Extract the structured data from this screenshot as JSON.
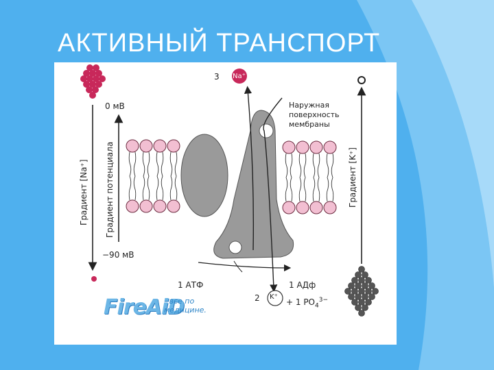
{
  "slide": {
    "title": "АКТИВНЫЙ ТРАНСПОРТ"
  },
  "diagram": {
    "na_top_label": "3",
    "na_ion": "Na⁺",
    "k_bottom_count": "2",
    "k_ion": "K⁺",
    "potential_top": "0 мВ",
    "potential_bottom": "−90 мВ",
    "outer_surface_note": "Наружная поверхность мембраны",
    "na_gradient_axis": "Градиент [Na⁺]",
    "potential_gradient_axis": "Градиент потенциала",
    "k_gradient_axis": "Градиент [K⁺]",
    "atp_label": "1 АТФ",
    "adp_label": "1 АДф",
    "phosphate_label": "+ 1 PO",
    "phosphate_sub": "4",
    "phosphate_sup": "3−"
  },
  "logo": {
    "brand": "FireAiD",
    "tagline": "- все по медицине."
  },
  "colors": {
    "background": "#4fb0ee",
    "na_ion": "#c8285a",
    "lipid_head": "#f2bfd2",
    "protein": "#9a9a9a",
    "k_ion": "#444444"
  }
}
